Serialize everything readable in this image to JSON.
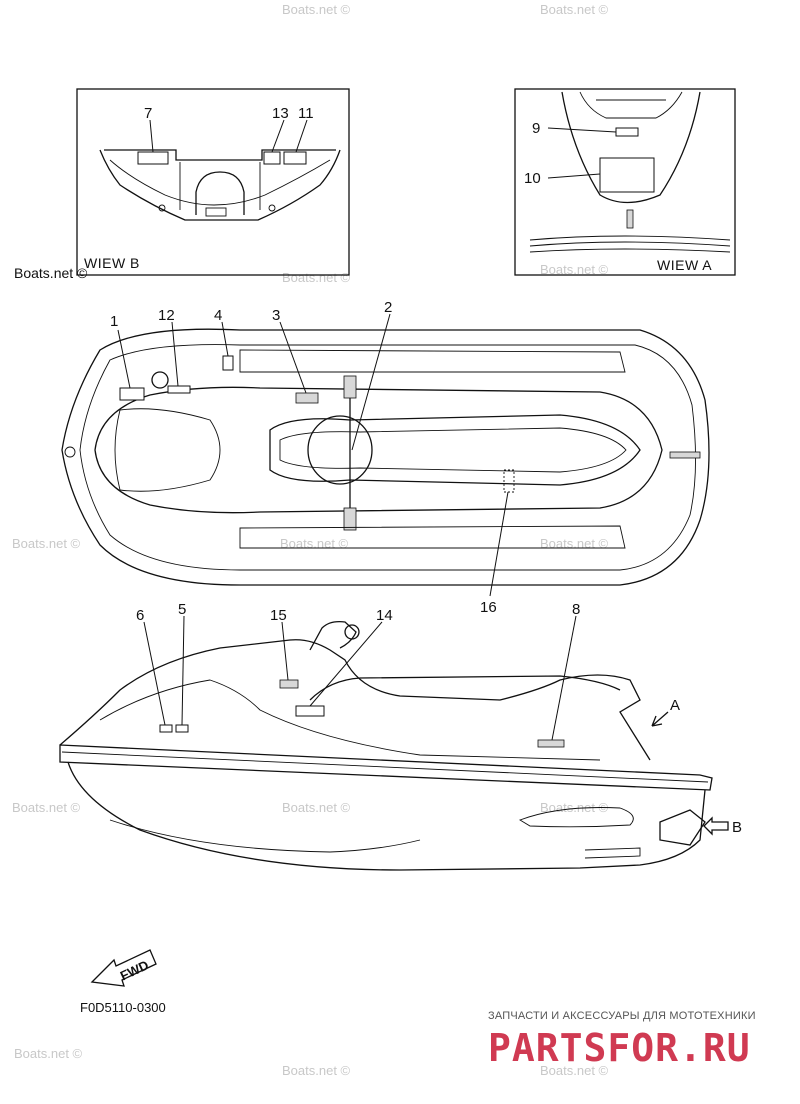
{
  "views": {
    "view_b": {
      "title": "WIEW B",
      "callouts": [
        "7",
        "13",
        "11"
      ]
    },
    "view_a": {
      "title": "WIEW A",
      "callouts": [
        "9",
        "10"
      ]
    }
  },
  "top_view": {
    "callouts": [
      "1",
      "12",
      "4",
      "3",
      "2",
      "16"
    ]
  },
  "side_view": {
    "callouts": [
      "6",
      "5",
      "15",
      "14",
      "8"
    ],
    "arrow_a": "A",
    "arrow_b": "B"
  },
  "fwd_label": "FWD",
  "part_code": "F0D5110-0300",
  "watermarks": {
    "text": "Boats.net ©"
  },
  "brand": {
    "tagline": "ЗАПЧАСТИ И АКСЕССУАРЫ ДЛЯ МОТОТЕХНИКИ",
    "logo_text": "PARTSFOR.RU",
    "color": "#d03a52"
  }
}
